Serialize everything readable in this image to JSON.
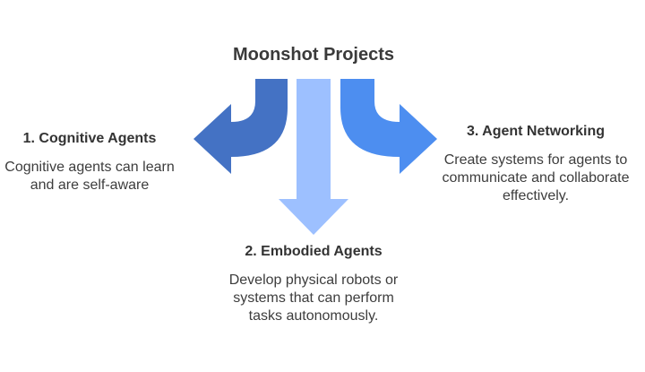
{
  "title": "Moonshot Projects",
  "colors": {
    "arrow_left": "#4472c4",
    "arrow_center": "#9dc0ff",
    "arrow_right": "#4d8ef0",
    "text": "#333333"
  },
  "items": [
    {
      "heading": "1. Cognitive Agents",
      "description_lines": [
        "Cognitive agents can learn",
        "and are self-aware"
      ]
    },
    {
      "heading": "2. Embodied Agents",
      "description_lines": [
        "Develop physical robots or",
        "systems that can perform",
        "tasks autonomously."
      ]
    },
    {
      "heading": "3. Agent Networking",
      "description_lines": [
        "Create systems for agents to",
        "communicate and collaborate",
        "effectively."
      ]
    }
  ]
}
